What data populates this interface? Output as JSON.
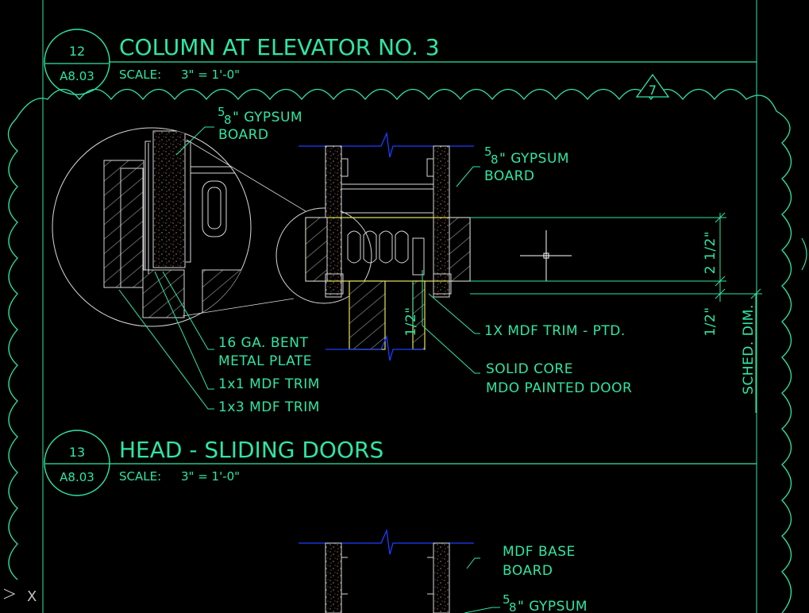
{
  "details": [
    {
      "number": "12",
      "sheet": "A8.03",
      "title": "COLUMN AT ELEVATOR NO. 3",
      "scale_label": "SCALE:",
      "scale_value": "3\" = 1'-0\""
    },
    {
      "number": "13",
      "sheet": "A8.03",
      "title": "HEAD - SLIDING DOORS",
      "scale_label": "SCALE:",
      "scale_value": "3\" = 1'-0\""
    }
  ],
  "revision_tag": "7",
  "notes": {
    "gypsum_left_1": "\" GYPSUM",
    "gypsum_left_2": "BOARD",
    "gypsum_right_1": "\" GYPSUM",
    "gypsum_right_2": "BOARD",
    "frac_num": "5",
    "frac_den": "8",
    "bent_plate_1": "16 GA. BENT",
    "bent_plate_2": "METAL PLATE",
    "trim_1x1": "1x1 MDF TRIM",
    "trim_1x3": "1x3 MDF TRIM",
    "trim_ptd": "1X MDF TRIM - PTD.",
    "door_1": "SOLID CORE",
    "door_2": "MDO PAINTED DOOR",
    "base_1": "MDF BASE",
    "base_2": "BOARD",
    "gypsum_bottom": "\" GYPSUM"
  },
  "dimensions": {
    "dim_2_half": "2 1/2\"",
    "dim_half_right": "1/2\"",
    "dim_half_left": "1/2\"",
    "sched_dim": "SCHED. DIM."
  },
  "ucs_label": "X",
  "colors": {
    "background": "#000000",
    "annotation": "#2fe6a4",
    "geometry": "#ffffff",
    "break_line": "#1a3fff",
    "highlight": "#e8e25a",
    "hatch_dots": "#c86a3a"
  }
}
